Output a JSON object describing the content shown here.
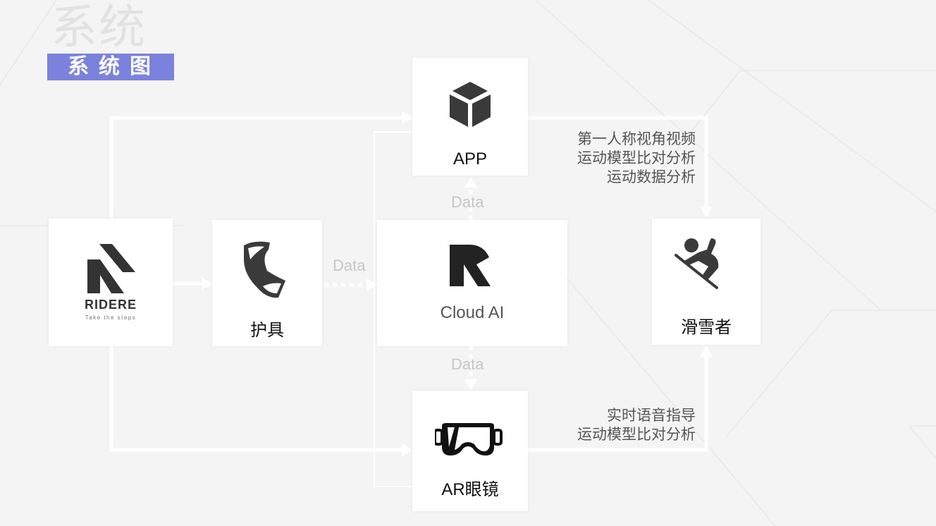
{
  "title": "系统图",
  "title_bg_word": "系统",
  "colors": {
    "accent": "#7b82dd",
    "background": "#f4f4f4",
    "icon": "#333333"
  },
  "nodes": {
    "ridere": {
      "logo_text": "RIDERE",
      "tagline": "Take the steps"
    },
    "gear": {
      "label": "护具"
    },
    "cloud": {
      "label": "Cloud AI"
    },
    "app": {
      "label": "APP"
    },
    "ar": {
      "label": "AR眼镜"
    },
    "skier": {
      "label": "滑雪者"
    }
  },
  "edges": {
    "gear_to_cloud": "Data",
    "cloud_to_app": "Data",
    "cloud_to_ar": "Data"
  },
  "notes": {
    "app_to_skier": [
      "第一人称视角视频",
      "运动模型比对分析",
      "运动数据分析"
    ],
    "ar_to_skier": [
      "实时语音指导",
      "运动模型比对分析"
    ]
  }
}
